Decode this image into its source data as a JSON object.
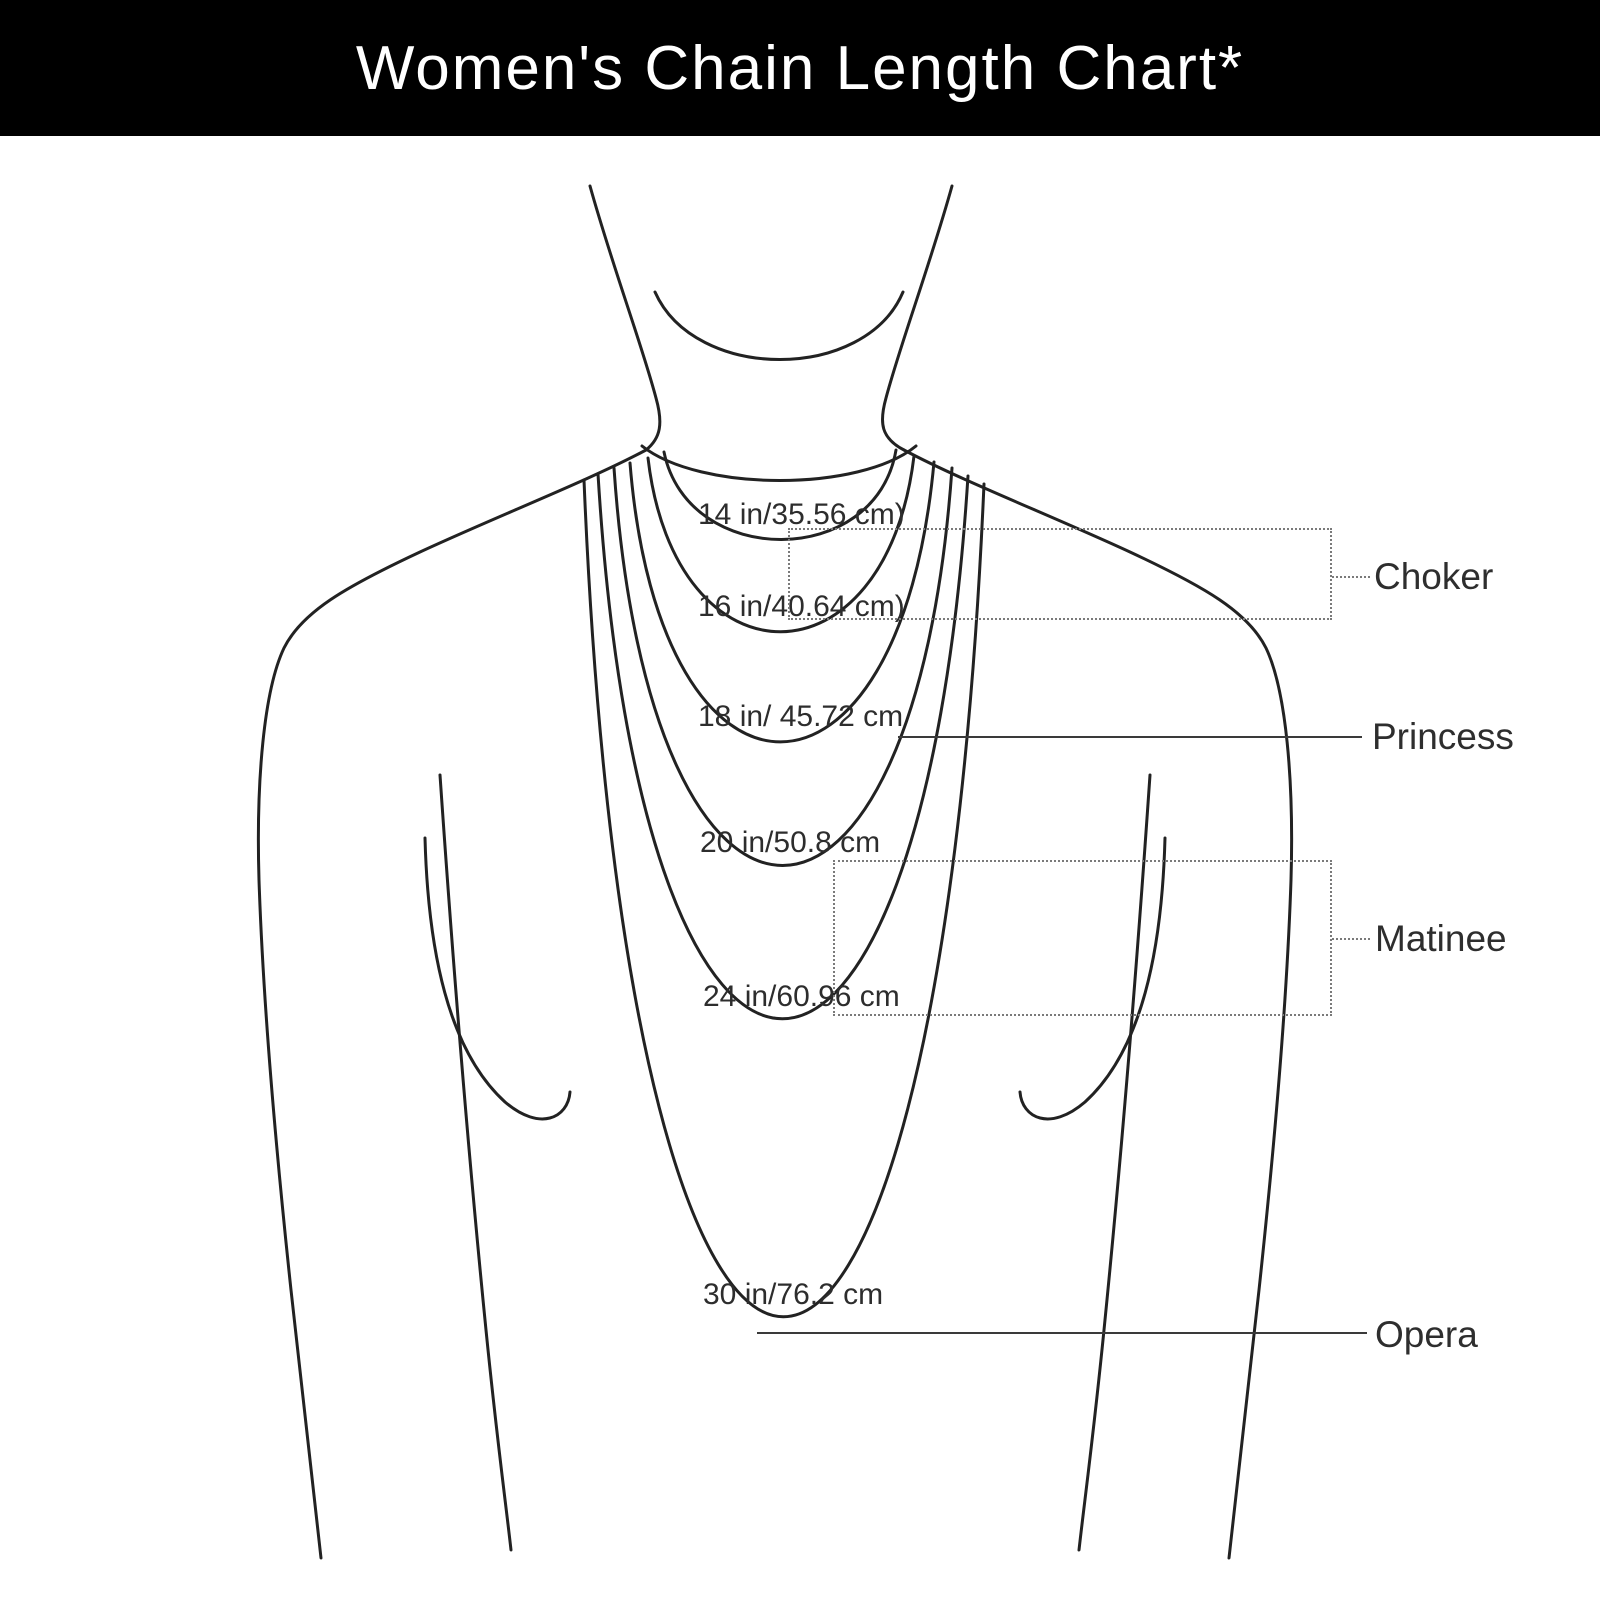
{
  "title": "Women's Chain Length Chart*",
  "chains": [
    {
      "label": "14 in/35.56 cm)",
      "length_in": 14,
      "length_cm": 35.56,
      "category": "Choker"
    },
    {
      "label": "16 in/40.64 cm)",
      "length_in": 16,
      "length_cm": 40.64,
      "category": "Choker"
    },
    {
      "label": "18 in/ 45.72 cm",
      "length_in": 18,
      "length_cm": 45.72,
      "category": "Princess"
    },
    {
      "label": "20 in/50.8 cm",
      "length_in": 20,
      "length_cm": 50.8,
      "category": "Matinee"
    },
    {
      "label": "24 in/60.96 cm",
      "length_in": 24,
      "length_cm": 60.96,
      "category": "Matinee"
    },
    {
      "label": "30 in/76.2 cm",
      "length_in": 30,
      "length_cm": 76.2,
      "category": "Opera"
    }
  ],
  "categories": [
    {
      "name": "Choker"
    },
    {
      "name": "Princess"
    },
    {
      "name": "Matinee"
    },
    {
      "name": "Opera"
    }
  ],
  "colors": {
    "header_bg": "#000000",
    "header_text": "#ffffff",
    "figure_line": "#222222",
    "label_text": "#2d2d2d"
  }
}
